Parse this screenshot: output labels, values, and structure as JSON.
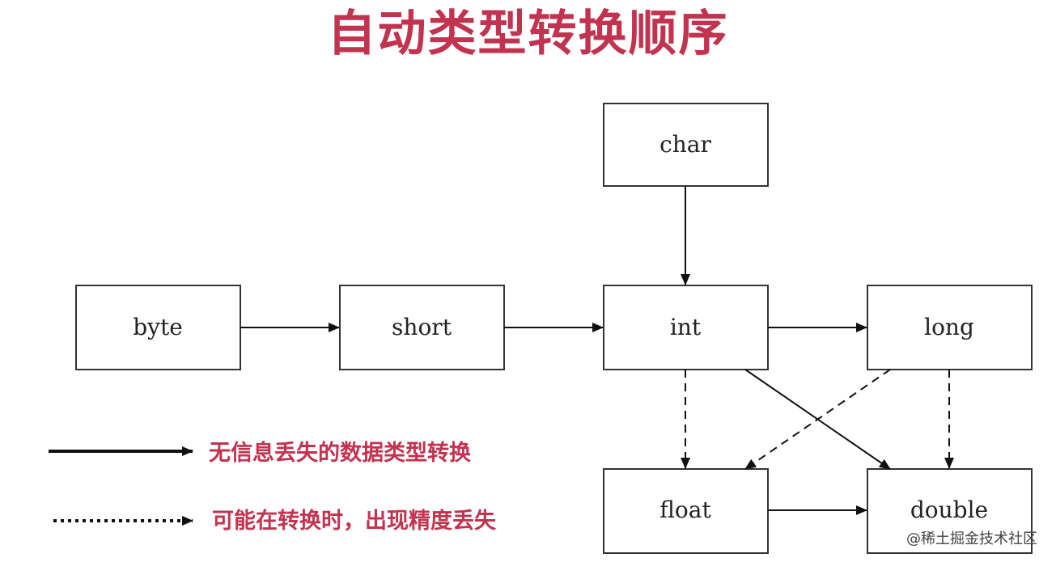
{
  "title": "自动类型转换顺序",
  "nodes": {
    "char": "char",
    "byte": "byte",
    "short": "short",
    "int": "int",
    "long": "long",
    "float": "float",
    "double": "double"
  },
  "legend": {
    "solid": "无信息丢失的数据类型转换",
    "dotted": "可能在转换时，出现精度丢失"
  },
  "watermark": "@稀土掘金技术社区",
  "colors": {
    "title": "#c2334f",
    "legend_text": "#c2334f",
    "lines": "#111111"
  }
}
